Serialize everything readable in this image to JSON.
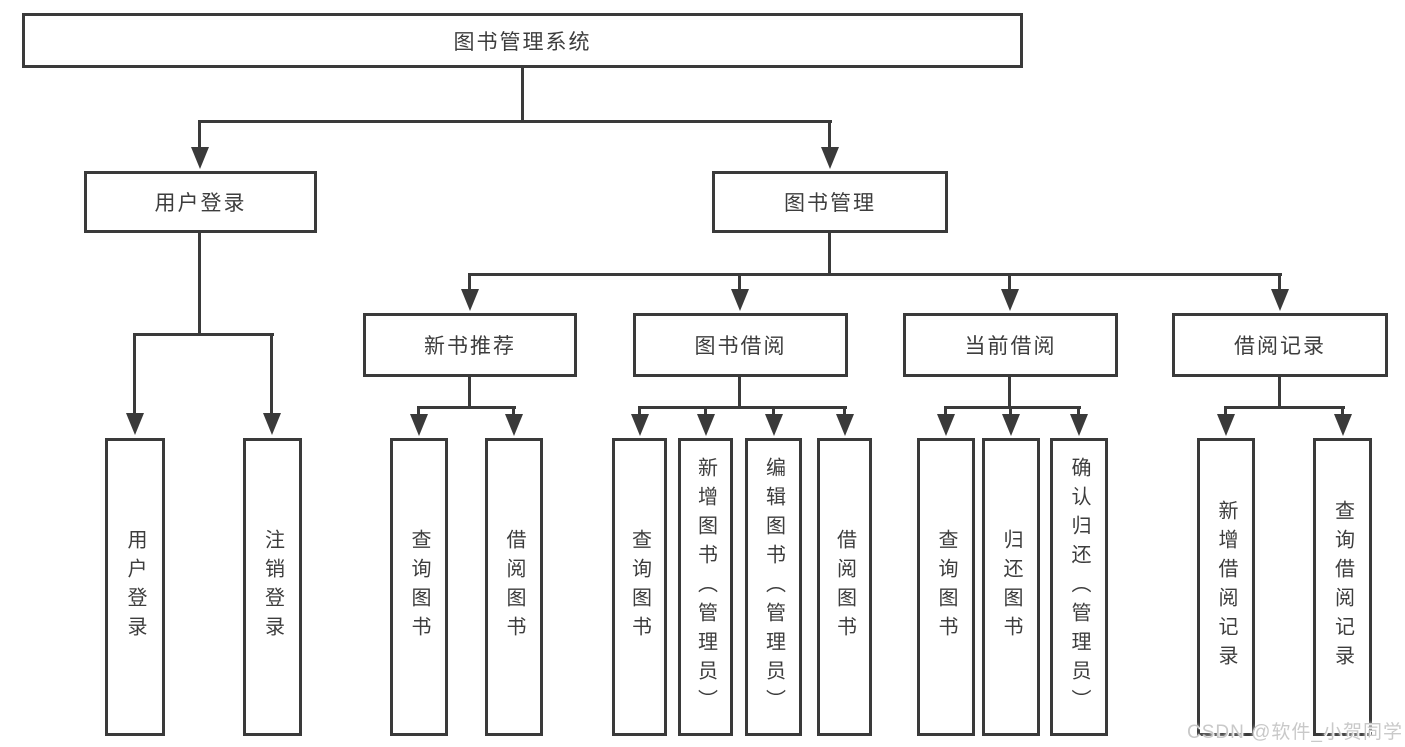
{
  "colors": {
    "bg": "#ffffff",
    "line": "#3a3a3a",
    "text": "#3d3d3d",
    "watermark": "#c9c9c9"
  },
  "watermark": "CSDN @软件_小贺同学",
  "diagram": {
    "root": "图书管理系统",
    "level2": [
      {
        "label": "用户登录",
        "children": [
          "用户登录",
          "注销登录"
        ]
      },
      {
        "label": "图书管理",
        "children": [
          {
            "label": "新书推荐",
            "children": [
              "查询图书",
              "借阅图书"
            ]
          },
          {
            "label": "图书借阅",
            "children": [
              "查询图书",
              "新增图书（管理员）",
              "编辑图书（管理员）",
              "借阅图书"
            ]
          },
          {
            "label": "当前借阅",
            "children": [
              "查询图书",
              "归还图书",
              "确认归还（管理员）"
            ]
          },
          {
            "label": "借阅记录",
            "children": [
              "新增借阅记录",
              "查询借阅记录"
            ]
          }
        ]
      }
    ]
  }
}
